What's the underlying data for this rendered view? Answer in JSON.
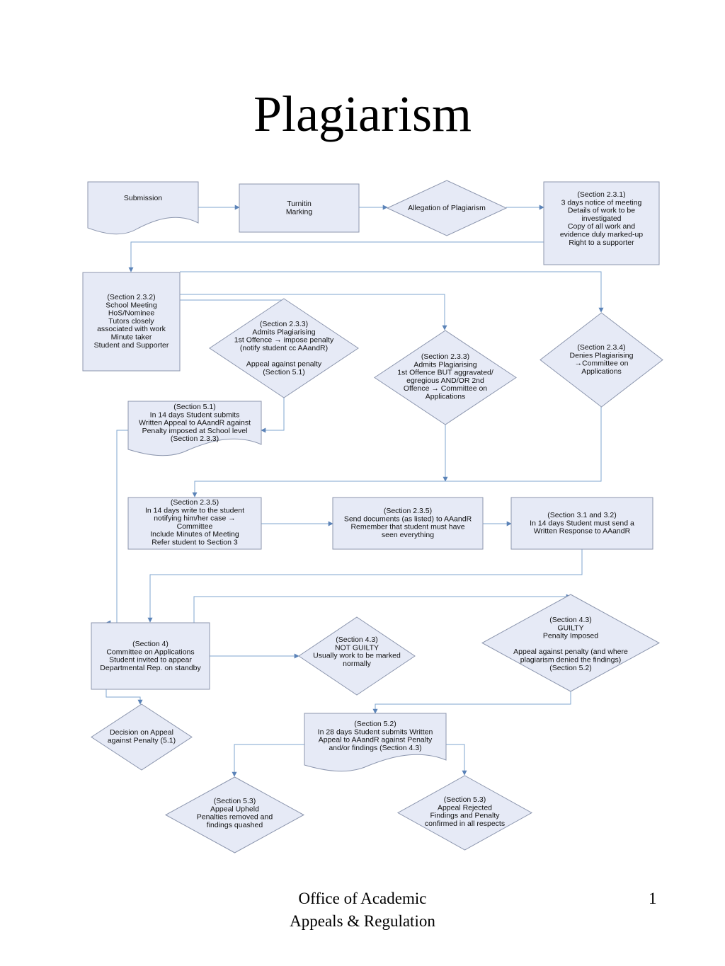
{
  "title": "Plagiarism",
  "footer": {
    "office_line1": "Office of Academic",
    "office_line2": "Appeals & Regulation",
    "page_number": "1"
  },
  "colors": {
    "node_fill": "#e6eaf6",
    "node_border": "#8c96ae",
    "connector": "#7fa6cf"
  },
  "nodes": [
    {
      "id": "submission",
      "shape": "document",
      "lines": [
        "Submission"
      ]
    },
    {
      "id": "turnitin",
      "shape": "rectangle",
      "lines": [
        "Turnitin",
        "Marking"
      ]
    },
    {
      "id": "allegation",
      "shape": "decision",
      "lines": [
        "Allegation of Plagiarism"
      ]
    },
    {
      "id": "notice",
      "shape": "rectangle",
      "lines": [
        "(Section 2.3.1)",
        "3 days notice of meeting",
        "Details of work to be",
        "investigated",
        "Copy of all work and",
        "evidence duly marked-up",
        "Right to a supporter"
      ]
    },
    {
      "id": "school_meeting",
      "shape": "rectangle",
      "lines": [
        "(Section 2.3.2)",
        "School Meeting",
        "HoS/Nominee",
        "Tutors closely",
        "associated with work",
        "Minute taker",
        "Student and Supporter"
      ]
    },
    {
      "id": "admits_1st",
      "shape": "decision",
      "lines": [
        "(Section 2.3.3)",
        "Admits Plagiarising",
        "1st Offence → impose penalty",
        "(notify student cc AAandR)",
        "",
        "Appeal against penalty",
        "(Section 5.1)"
      ]
    },
    {
      "id": "admits_aggr",
      "shape": "decision",
      "lines": [
        "(Section 2.3.3)",
        "Admits Plagiarising",
        "1st Offence BUT aggravated/",
        "egregious AND/OR 2nd",
        "Offence → Committee on",
        "Applications"
      ]
    },
    {
      "id": "denies",
      "shape": "decision",
      "lines": [
        "(Section 2.3.4)",
        "Denies Plagiarising",
        "→Committee on",
        "Applications"
      ]
    },
    {
      "id": "appeal_51",
      "shape": "document",
      "lines": [
        "(Section 5.1)",
        "In 14 days Student submits",
        "Written Appeal to AAandR against",
        "Penalty imposed at School level",
        "(Section 2.3.3)"
      ]
    },
    {
      "id": "write_student",
      "shape": "rectangle",
      "lines": [
        "(Section 2.3.5)",
        "In 14 days write to the student",
        "notifying him/her case →",
        "Committee",
        "Include Minutes of Meeting",
        "Refer student to Section 3"
      ]
    },
    {
      "id": "send_docs",
      "shape": "rectangle",
      "lines": [
        "(Section 2.3.5)",
        "Send documents (as listed) to AAandR",
        "Remember that student must have",
        "seen everything"
      ]
    },
    {
      "id": "written_response",
      "shape": "rectangle",
      "lines": [
        "(Section 3.1 and 3.2)",
        "In 14 days Student must send a",
        "Written Response to AAandR"
      ]
    },
    {
      "id": "committee",
      "shape": "rectangle",
      "lines": [
        "(Section 4)",
        "Committee on Applications",
        "Student invited to appear",
        "Departmental Rep. on standby"
      ]
    },
    {
      "id": "not_guilty",
      "shape": "decision",
      "lines": [
        "(Section 4.3)",
        "NOT GUILTY",
        "Usually work to be marked",
        "normally"
      ]
    },
    {
      "id": "guilty",
      "shape": "decision",
      "lines": [
        "(Section 4.3)",
        "GUILTY",
        "Penalty Imposed",
        "",
        "Appeal against penalty (and where",
        "plagiarism denied the findings)",
        "(Section 5.2)"
      ]
    },
    {
      "id": "decision_appeal",
      "shape": "decision",
      "lines": [
        "Decision on Appeal",
        "against Penalty (5.1)"
      ]
    },
    {
      "id": "appeal_52",
      "shape": "document",
      "lines": [
        "(Section 5.2)",
        "In 28 days Student submits Written",
        "Appeal to AAandR against Penalty",
        "and/or findings (Section 4.3)"
      ]
    },
    {
      "id": "upheld",
      "shape": "decision",
      "lines": [
        "(Section 5.3)",
        "Appeal Upheld",
        "Penalties removed and",
        "findings quashed"
      ]
    },
    {
      "id": "rejected",
      "shape": "decision",
      "lines": [
        "(Section 5.3)",
        "Appeal Rejected",
        "Findings and Penalty",
        "confirmed in all respects"
      ]
    }
  ],
  "connectors": [
    {
      "from": "submission",
      "to": "turnitin"
    },
    {
      "from": "turnitin",
      "to": "allegation"
    },
    {
      "from": "allegation",
      "to": "notice"
    },
    {
      "from": "notice",
      "to": "school_meeting"
    },
    {
      "from": "school_meeting",
      "to": "admits_1st"
    },
    {
      "from": "school_meeting",
      "to": "admits_aggr"
    },
    {
      "from": "school_meeting",
      "to": "denies"
    },
    {
      "from": "admits_1st",
      "to": "appeal_51"
    },
    {
      "from": "admits_aggr",
      "to": "write_student"
    },
    {
      "from": "denies",
      "to": "write_student"
    },
    {
      "from": "write_student",
      "to": "send_docs"
    },
    {
      "from": "send_docs",
      "to": "written_response"
    },
    {
      "from": "written_response",
      "to": "committee"
    },
    {
      "from": "appeal_51",
      "to": "committee"
    },
    {
      "from": "committee",
      "to": "not_guilty"
    },
    {
      "from": "committee",
      "to": "guilty"
    },
    {
      "from": "committee",
      "to": "decision_appeal"
    },
    {
      "from": "guilty",
      "to": "appeal_52"
    },
    {
      "from": "appeal_52",
      "to": "upheld"
    },
    {
      "from": "appeal_52",
      "to": "rejected"
    }
  ]
}
